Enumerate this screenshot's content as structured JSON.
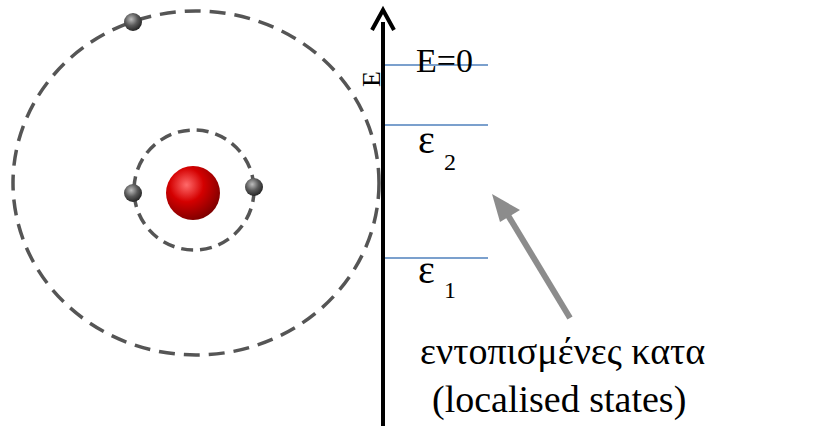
{
  "diagram": {
    "labels": [
      "E",
      "E=0",
      "ε",
      "2",
      "ε",
      "1",
      "εντοπισμένες κατα",
      "(localised states)"
    ]
  }
}
